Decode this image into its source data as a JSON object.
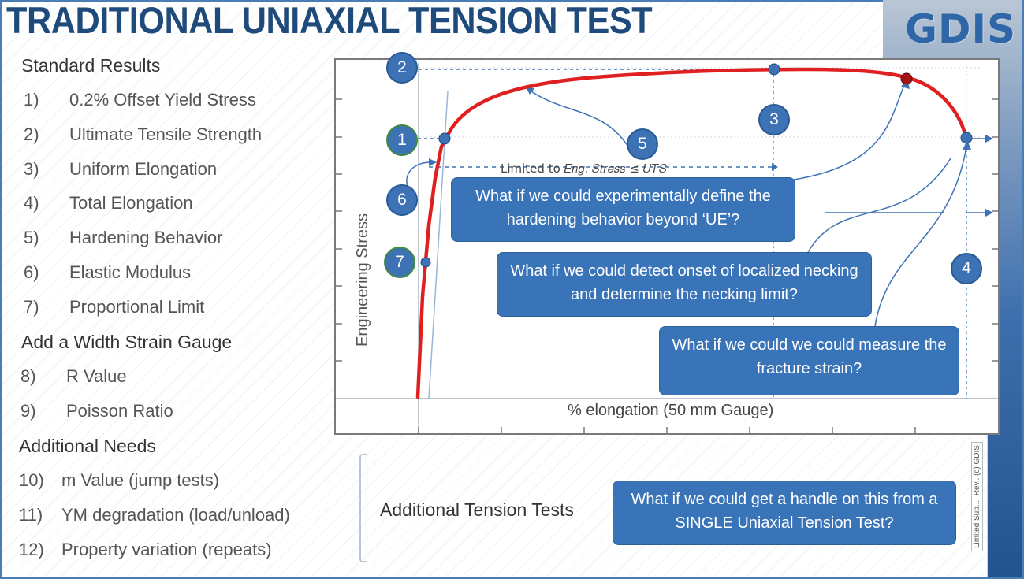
{
  "title": "TRADITIONAL UNIAXIAL TENSION TEST",
  "logo_text": "GDIS",
  "sections": [
    {
      "heading": "Standard Results",
      "items": [
        {
          "num": "1)",
          "label": "0.2% Offset Yield Stress"
        },
        {
          "num": "2)",
          "label": "Ultimate Tensile Strength"
        },
        {
          "num": "3)",
          "label": "Uniform Elongation"
        },
        {
          "num": "4)",
          "label": "Total Elongation"
        },
        {
          "num": "5)",
          "label": "Hardening Behavior"
        },
        {
          "num": "6)",
          "label": "Elastic Modulus"
        },
        {
          "num": "7)",
          "label": "Proportional Limit"
        }
      ]
    },
    {
      "heading": "Add a Width Strain Gauge",
      "items": [
        {
          "num": "8)",
          "label": "R Value"
        },
        {
          "num": "9)",
          "label": "Poisson Ratio"
        }
      ]
    },
    {
      "heading": "Additional Needs",
      "items": [
        {
          "num": "10)",
          "label": "m Value (jump tests)"
        },
        {
          "num": "11)",
          "label": "YM degradation (load/unload)"
        },
        {
          "num": "12)",
          "label": "Property variation (repeats)"
        }
      ]
    }
  ],
  "chart": {
    "y_label": "Engineering Stress",
    "x_label": "% elongation (50 mm Gauge)",
    "limited_note": "Limited to 𝐸𝑛𝑔. 𝑆𝑡𝑟𝑒𝑠𝑠 ≤ 𝑈𝑇𝑆",
    "curve_color": "#e02020",
    "markers": [
      "1",
      "2",
      "3",
      "4",
      "5",
      "6",
      "7"
    ]
  },
  "callouts": {
    "hardening": "What if we could experimentally define the hardening behavior beyond ‘UE’?",
    "necking": "What if we could detect onset of localized necking and determine the necking limit?",
    "fracture": "What if we could we could measure the fracture strain?",
    "single_test": "What if we could get a handle on this from a SINGLE Uniaxial Tension Test?"
  },
  "additional_tests_label": "Additional Tension Tests",
  "vertical_note": "Limited Sup..., Rev.. (c) GDIS"
}
